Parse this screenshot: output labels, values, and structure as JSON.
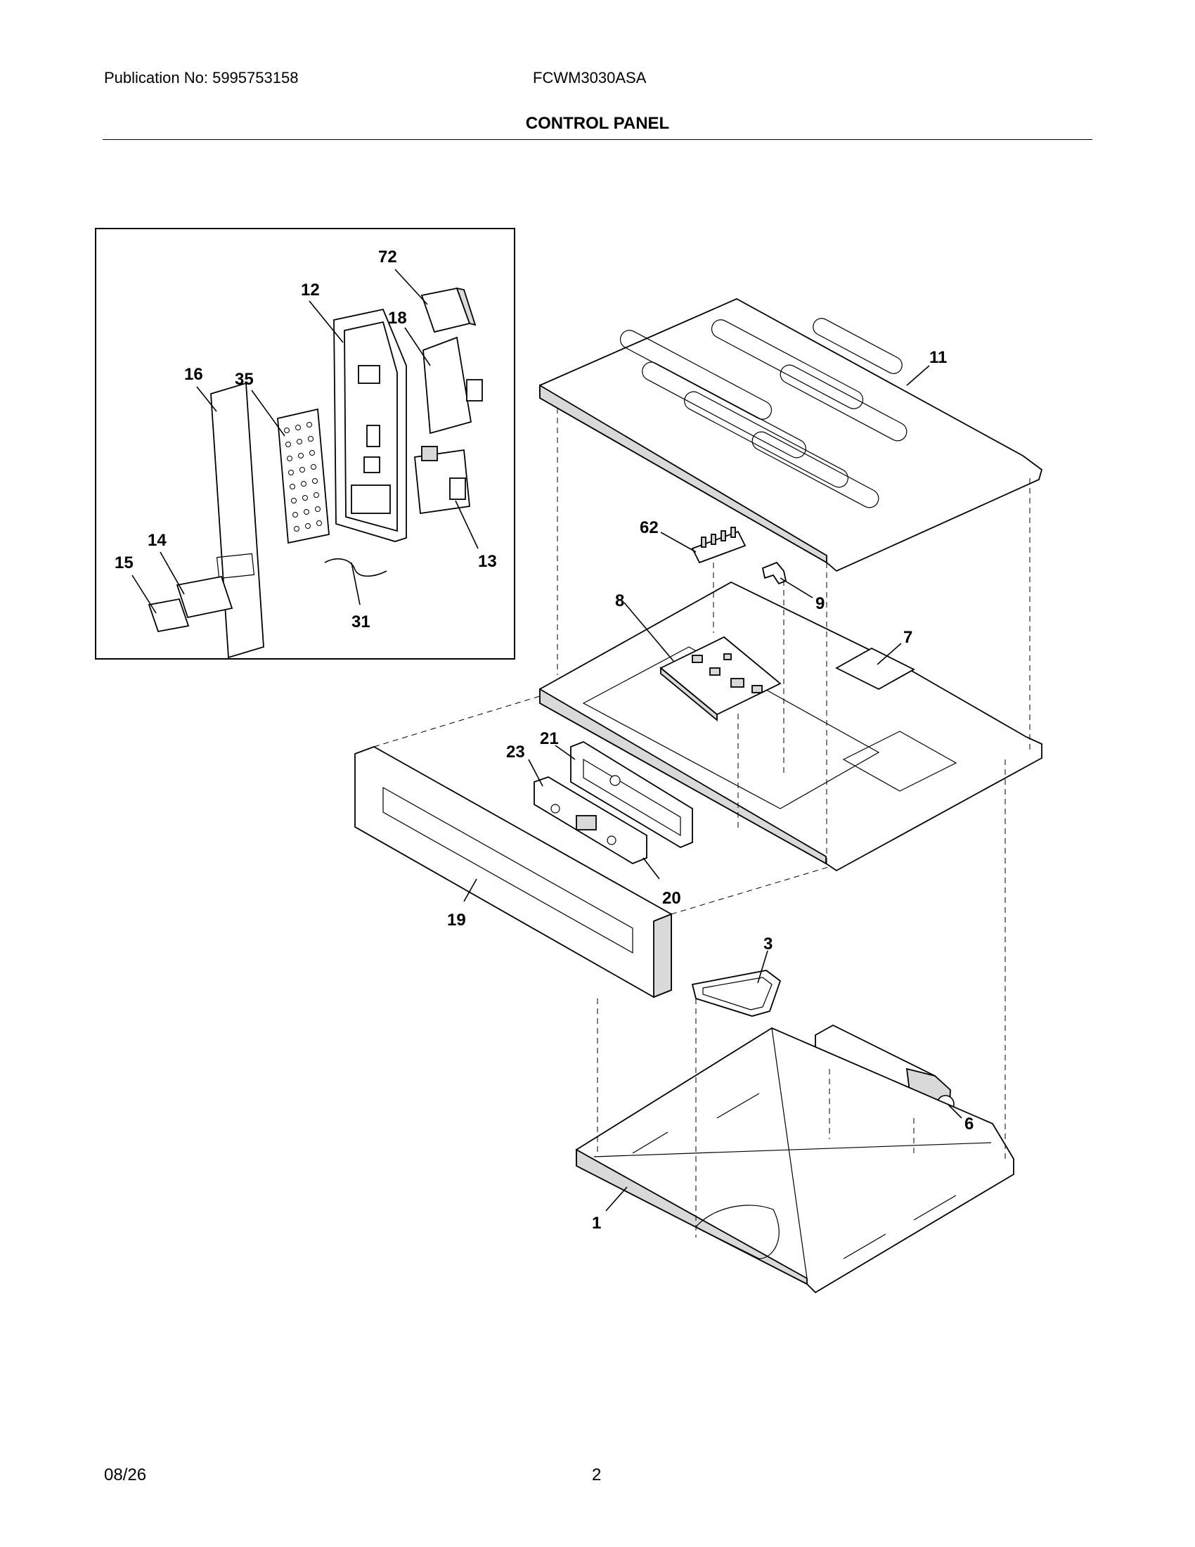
{
  "header": {
    "publication": "Publication No: 5995753158",
    "model": "FCWM3030ASA",
    "title": "CONTROL PANEL"
  },
  "callouts": {
    "c72": "72",
    "c12": "12",
    "c18": "18",
    "c16": "16",
    "c35": "35",
    "c13": "13",
    "c14": "14",
    "c15": "15",
    "c31": "31",
    "c11": "11",
    "c62": "62",
    "c9": "9",
    "c8": "8",
    "c7": "7",
    "c23": "23",
    "c21": "21",
    "c20": "20",
    "c19": "19",
    "c3": "3",
    "c6": "6",
    "c1": "1"
  },
  "footer": {
    "date": "08/26",
    "page": "2"
  }
}
